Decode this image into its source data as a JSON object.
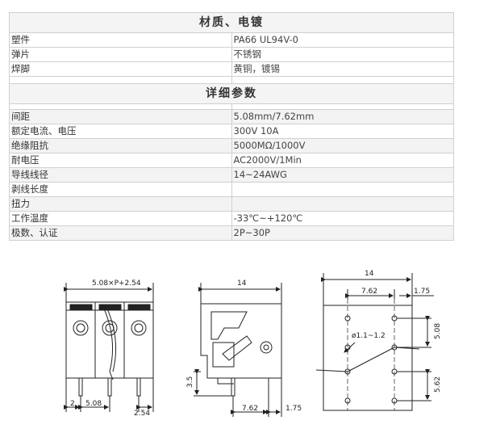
{
  "materials": {
    "title": "材质、电镀",
    "rows": [
      {
        "label": "塑件",
        "value": "PA66 UL94V-0"
      },
      {
        "label": "弹片",
        "value": "不锈钢"
      },
      {
        "label": "焊脚",
        "value": "黄铜，镀锡"
      }
    ]
  },
  "params": {
    "title": "详细参数",
    "rows": [
      {
        "label": "间距",
        "value": "5.08mm/7.62mm"
      },
      {
        "label": "额定电流、电压",
        "value": "300V  10A"
      },
      {
        "label": "绝缘阻抗",
        "value": "5000MΩ/1000V"
      },
      {
        "label": "耐电压",
        "value": "AC2000V/1Min"
      },
      {
        "label": "导线线径",
        "value": "14~24AWG"
      },
      {
        "label": "剥线长度",
        "value": ""
      },
      {
        "label": "扭力",
        "value": ""
      },
      {
        "label": "工作温度",
        "value": "-33℃~+120℃"
      },
      {
        "label": "极数、认证",
        "value": "2P~30P"
      }
    ]
  },
  "drawing": {
    "front": {
      "top_dim": "5.08×P+2.54",
      "dim_left": "2",
      "dim_pitch": "5.08",
      "dim_right": "2.54"
    },
    "side": {
      "top_dim": "14",
      "dim_height": "3.5",
      "dim_bottom": "7.62",
      "dim_offset": "1.75"
    },
    "pcb": {
      "top_dim": "14",
      "dim_pitch": "7.62",
      "dim_offset": "1.75",
      "hole": "ø1.1~1.2",
      "dim_v1": "5.08",
      "dim_v2": "5.62"
    }
  }
}
